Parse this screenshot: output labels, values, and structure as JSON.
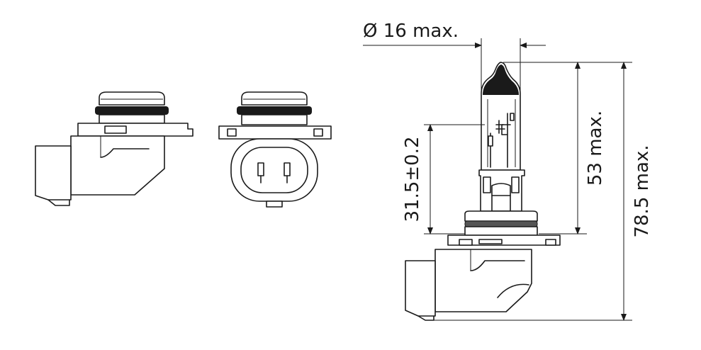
{
  "dimensions": {
    "diameter": "Ø 16 max.",
    "reference_height": "31.5±0.2",
    "glass_height": "53 max.",
    "overall_height": "78.5 max."
  },
  "colors": {
    "line": "#1a1a1a",
    "ring_gray": "#555555",
    "background": "#ffffff"
  }
}
